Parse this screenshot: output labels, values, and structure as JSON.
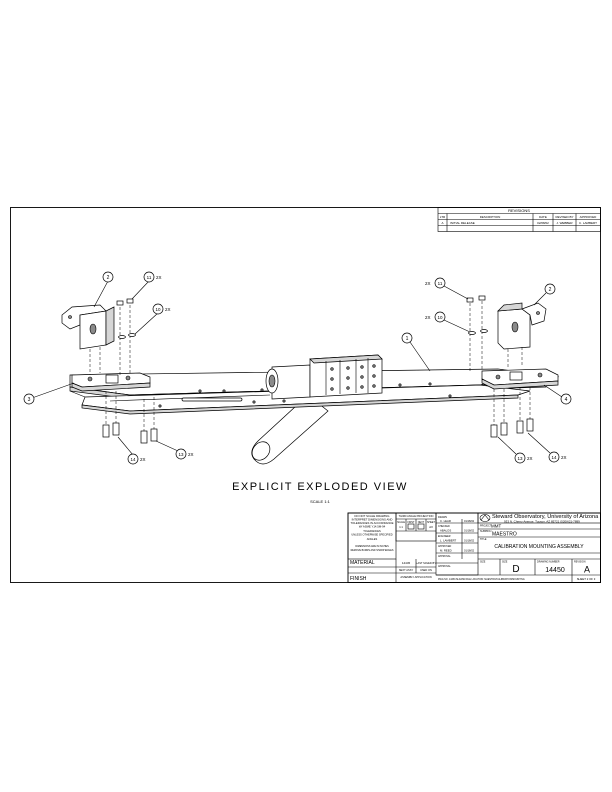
{
  "revisions": {
    "title": "REVISIONS",
    "headers": [
      "LTR",
      "DESCRIPTION",
      "DATE",
      "REVISED BY",
      "APPROVED"
    ],
    "row": [
      "A",
      "INITIAL RELEASE",
      "02/08/02",
      "J. WEBBER",
      "C. LAMBERT"
    ]
  },
  "view": {
    "title": "EXPLICIT EXPLODED VIEW",
    "scale": "SCALE 1:1"
  },
  "balloons": {
    "b1": "1",
    "b2r": "2",
    "b2l": "2",
    "b3": "3",
    "b4": "4",
    "b10l": "10",
    "b10r": "10",
    "b11l": "11",
    "b11r": "11",
    "b13l": "13",
    "b13r": "13",
    "b14l": "14",
    "b14r": "14"
  },
  "qty": {
    "q11l": "2X",
    "q11r": "2X",
    "q10l": "2X",
    "q10r": "2X",
    "q14l": "2X",
    "q14r": "2X",
    "q13l": "2X",
    "q13r": "2X"
  },
  "titleblock": {
    "notes": {
      "line1": "DO NOT SCALE DRAWING",
      "line2": "INTERPRET DIMENSIONS AND",
      "line3": "TOLERANCES IN ACCORDANCE",
      "line4": "W/ ASME Y14.5M-94",
      "line5": "TOLERANCES",
      "line6": "UNLESS OTHERWISE SPECIFIED",
      "line7": "ANGLES",
      "line8": "DIMENSIONS ARE IN INCHES",
      "line9": "REMOVE BURRS AND SHARP EDGES"
    },
    "third_angle": "THIRD ANGLE PROJECTION",
    "scale_row": {
      "headers": [
        "SCALE",
        "FIRST",
        "NEXT",
        "SHEET"
      ],
      "values": [
        "1:1",
        "",
        "",
        "2/2"
      ]
    },
    "material_label": "MATERIAL",
    "finish_label": "FINISH",
    "part_no": "14445",
    "used_on_label": "USED ON",
    "next_assy_label": "NEXT ASSY",
    "application_label": "ASSEMBLY APPLICATION",
    "last_saved": "LAST SAVED BY",
    "approvals": [
      {
        "role": "DRAWN",
        "name": "C. LEAR",
        "date": "01/18/02"
      },
      {
        "role": "CHECKED",
        "name": "ABALOS",
        "date": "01/18/02"
      },
      {
        "role": "ENGINEER",
        "name": "L. LAMBERT",
        "date": "01/18/02"
      },
      {
        "role": "APPROVED",
        "name": "M. REED",
        "date": "01/18/02"
      },
      {
        "role": "APPROVAL",
        "name": "",
        "date": ""
      },
      {
        "role": "APPROVAL",
        "name": "",
        "date": ""
      }
    ],
    "org": "Steward Observatory, University of Arizona",
    "address": "933 N. Cherry Avenue, Tucson, AZ  85721   (520)621-7899",
    "project_label": "PROJECT",
    "project": "MMT",
    "subproject_label": "SUBPROJ.",
    "subproject": "MAESTRO",
    "title_label": "TITLE",
    "title": "CALIBRATION MOUNTING ASSEMBLY",
    "size_label": "SIZE",
    "size": "D",
    "dwg_label": "DRAWING NUMBER",
    "dwg_no": "14450",
    "rev_label": "REVISION",
    "rev": "A",
    "sheet": "SHEET 2 OF 3",
    "file_path": "DWG NO. 14450.SLDASM  FILE LOCATION: MAESTRO/CALIBRATION/MOUNTING"
  }
}
